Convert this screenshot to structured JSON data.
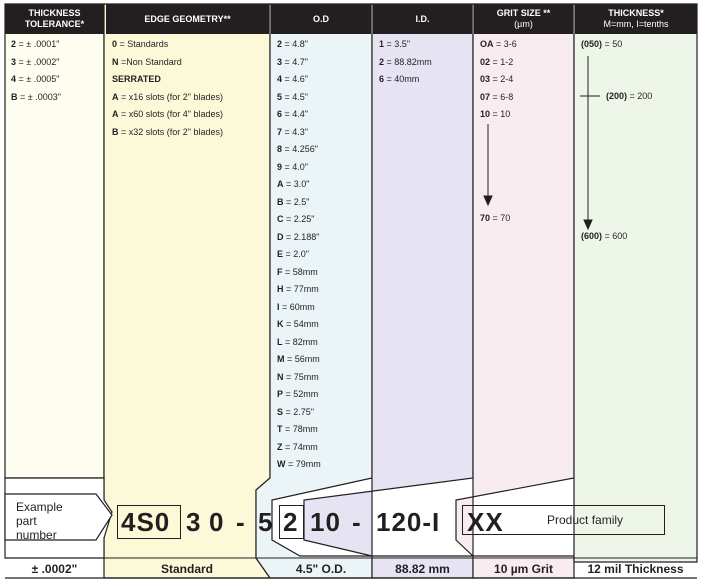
{
  "headers": {
    "thickness_tolerance": "THICKNESS\nTOLERANCE*",
    "edge_geometry": "EDGE GEOMETRY**",
    "od": "O.D",
    "id": "I.D.",
    "grit_size": "GRIT SIZE **",
    "grit_size_sub": "(µm)",
    "thickness": "THICKNESS*",
    "thickness_sub": "M=mm, I=tenths"
  },
  "thickness_tolerance": [
    {
      "code": "2",
      "desc": " = ± .0001\""
    },
    {
      "code": "3",
      "desc": " = ± .0002\""
    },
    {
      "code": "4",
      "desc": " = ± .0005\""
    },
    {
      "code": "B",
      "desc": " = ± .0003\""
    }
  ],
  "edge_geometry": [
    {
      "code": "0",
      "desc": " = Standards"
    },
    {
      "code": "N",
      "desc": " =Non Standard"
    },
    {
      "code": "",
      "desc": "",
      "heading": "SERRATED"
    },
    {
      "code": "A",
      "desc": " = x16 slots (for 2\" blades)"
    },
    {
      "code": "A",
      "desc": " = x60 slots (for 4\" blades)"
    },
    {
      "code": "B",
      "desc": " = x32 slots (for 2\" blades)"
    }
  ],
  "od": [
    {
      "code": "2",
      "desc": " = 4.8\""
    },
    {
      "code": "3",
      "desc": " = 4.7\""
    },
    {
      "code": "4",
      "desc": " = 4.6\""
    },
    {
      "code": "5",
      "desc": " = 4.5\""
    },
    {
      "code": "6",
      "desc": " = 4.4\""
    },
    {
      "code": "7",
      "desc": " = 4.3\""
    },
    {
      "code": "8",
      "desc": " = 4.256\""
    },
    {
      "code": "9",
      "desc": " = 4.0\""
    },
    {
      "code": "A",
      "desc": " = 3.0\""
    },
    {
      "code": "B",
      "desc": " = 2.5\""
    },
    {
      "code": "C",
      "desc": " = 2.25\""
    },
    {
      "code": "D",
      "desc": " = 2.188\""
    },
    {
      "code": "E",
      "desc": " = 2.0\""
    },
    {
      "code": "F",
      "desc": " = 58mm"
    },
    {
      "code": "H",
      "desc": " = 77mm"
    },
    {
      "code": "I",
      "desc": " = 60mm"
    },
    {
      "code": "K",
      "desc": " = 54mm"
    },
    {
      "code": "L",
      "desc": " = 82mm"
    },
    {
      "code": "M",
      "desc": " = 56mm"
    },
    {
      "code": "N",
      "desc": " = 75mm"
    },
    {
      "code": "P",
      "desc": " = 52mm"
    },
    {
      "code": "S",
      "desc": " = 2.75\""
    },
    {
      "code": "T",
      "desc": " = 78mm"
    },
    {
      "code": "Z",
      "desc": " = 74mm"
    },
    {
      "code": "W",
      "desc": " = 79mm"
    }
  ],
  "id": [
    {
      "code": "1",
      "desc": " = 3.5\""
    },
    {
      "code": "2",
      "desc": " = 88.82mm"
    },
    {
      "code": "6",
      "desc": " = 40mm"
    }
  ],
  "grit": [
    {
      "code": "OA",
      "desc": " = 3-6"
    },
    {
      "code": "02",
      "desc": " = 1-2"
    },
    {
      "code": "03",
      "desc": " = 2-4"
    },
    {
      "code": "07",
      "desc": " = 6-8"
    },
    {
      "code": "10",
      "desc": " = 10"
    }
  ],
  "grit_end": {
    "code": "70",
    "desc": " = 70"
  },
  "thickness": {
    "start": {
      "code": "(050)",
      "desc": " = 50"
    },
    "mid": {
      "code": "(200)",
      "desc": " = 200"
    },
    "end": {
      "code": "(600)",
      "desc": " = 600"
    }
  },
  "example": {
    "label": "Example\npart\nnumber",
    "part": [
      "4S0",
      "3",
      "0",
      "-",
      "5",
      "2",
      "10",
      "-",
      "120-I",
      "XX"
    ],
    "product_family": "Product family"
  },
  "footer": [
    "± .0002\"",
    "Standard",
    "4.5\" O.D.",
    "88.82 mm",
    "10 µm Grit",
    "12 mil Thickness"
  ],
  "colors": {
    "dark": "#231f20",
    "col1": "#fdfdf0",
    "col2": "#fbf9d8",
    "col3": "#ebf4f7",
    "col4": "#e6e4f2",
    "col5": "#f9ecf1",
    "col6": "#eef6ea"
  }
}
